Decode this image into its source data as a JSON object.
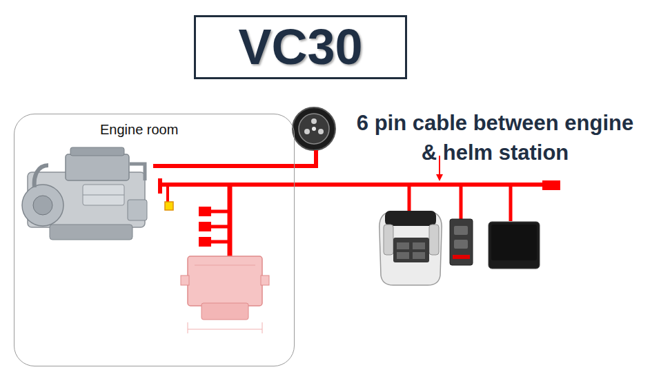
{
  "diagram": {
    "title": "VC30",
    "nodes": [
      {
        "text": [
          "Engine room"
        ]
      }
    ],
    "labels": [
      "6 pin cable between engine & helm station"
    ]
  }
}
